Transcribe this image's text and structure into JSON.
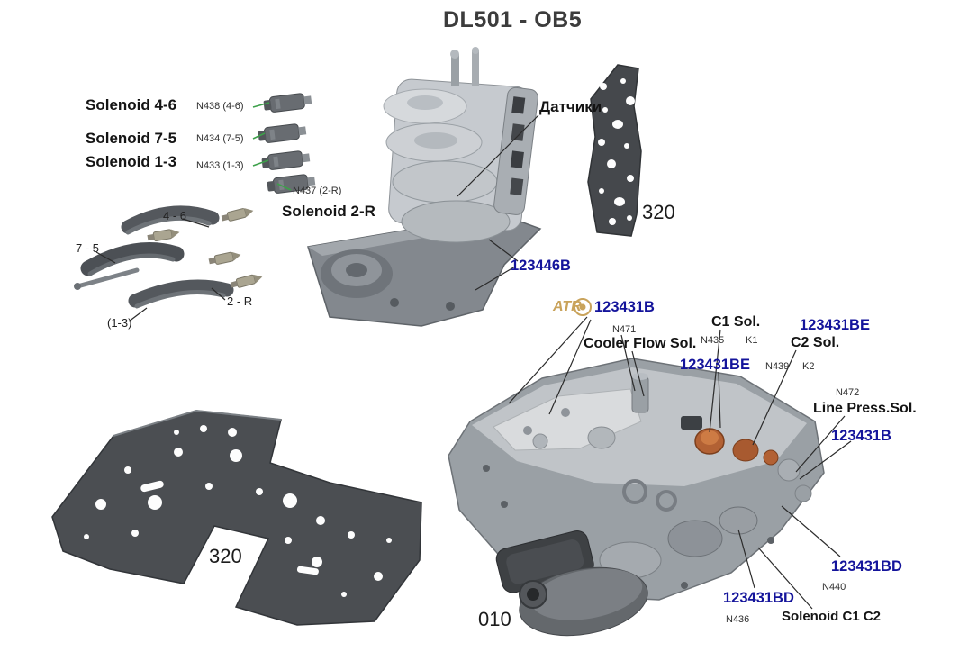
{
  "title": "DL501 - OB5",
  "colors": {
    "part_number_blue": "#14149b",
    "label_black": "#141414",
    "leader_green": "#3da04a",
    "watermark_tan": "#c9a35b",
    "metal_gray": "#9aa0a5",
    "gasket_dark": "#4b4e52",
    "copper_orange": "#b26134"
  },
  "upper_left": {
    "solenoids": [
      {
        "label": "Solenoid 4-6",
        "ref": "N438 (4-6)"
      },
      {
        "label": "Solenoid 7-5",
        "ref": "N434 (7-5)"
      },
      {
        "label": "Solenoid 1-3",
        "ref": "N433 (1-3)"
      },
      {
        "label": "Solenoid 2-R",
        "ref": "N437 (2-R)"
      }
    ],
    "regulators": {
      "r46": "4 - 6",
      "r75": "7 - 5",
      "r2r": "2 - R",
      "r13": "(1-3)"
    }
  },
  "upper_assembly": {
    "sensors_label": "Датчики",
    "part_number": "123446B"
  },
  "gaskets": {
    "upper_right_number": "320",
    "lower_left_number": "320"
  },
  "filter": {
    "number": "010"
  },
  "watermark": {
    "brand": "ATR"
  },
  "lower_assembly": {
    "valve_body_part": "123431B",
    "cooler_flow": {
      "ref": "N471",
      "label": "Cooler Flow Sol."
    },
    "c1": {
      "label": "C1 Sol.",
      "ref": "N435",
      "clutch": "K1",
      "part_number": "123431BE"
    },
    "c2": {
      "label": "C2 Sol.",
      "ref": "N439",
      "clutch": "K2",
      "part_number": "123431BE"
    },
    "line_pressure": {
      "ref": "N472",
      "label": "Line Press.Sol.",
      "part_number": "123431B"
    },
    "solenoid_c1c2": {
      "label": "Solenoid C1 C2",
      "part_right": "123431BD",
      "ref_right": "N440",
      "part_left": "123431BD",
      "ref_left": "N436"
    }
  }
}
